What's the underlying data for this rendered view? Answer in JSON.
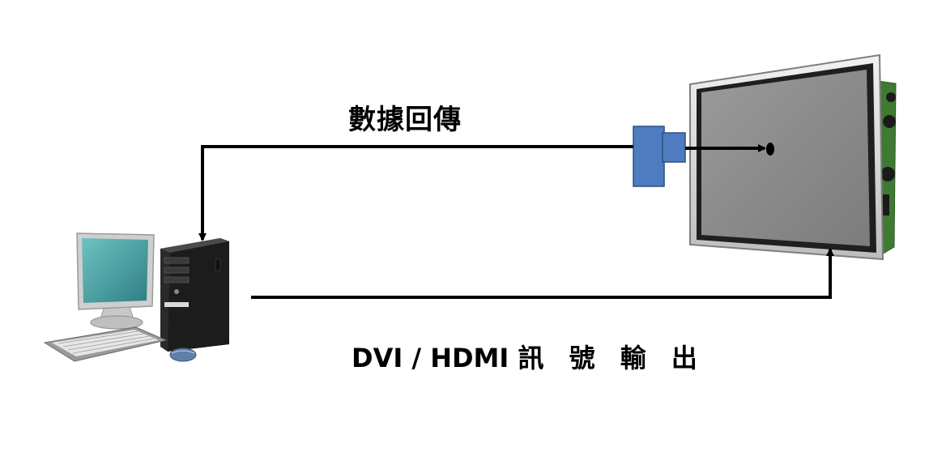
{
  "labels": {
    "feedback": "數據回傳",
    "output_prefix": "DVI / HDMI ",
    "output_cjk": "訊 號 輸 出"
  },
  "colors": {
    "line": "#000000",
    "sensor_fill": "#4f7cc0",
    "sensor_stroke": "#2f4f80",
    "panel_screen": "#8a8a8a",
    "panel_frame": "#d8d8d8",
    "pcb": "#3f7a32",
    "pc_case": "#1e1e1e",
    "monitor_screen": "#3c9a9a",
    "monitor_frame": "#d6d6d6"
  },
  "icons": {
    "computer": "desktop-computer-icon",
    "sensor": "color-sensor-probe-icon",
    "display": "lcd-panel-icon"
  }
}
